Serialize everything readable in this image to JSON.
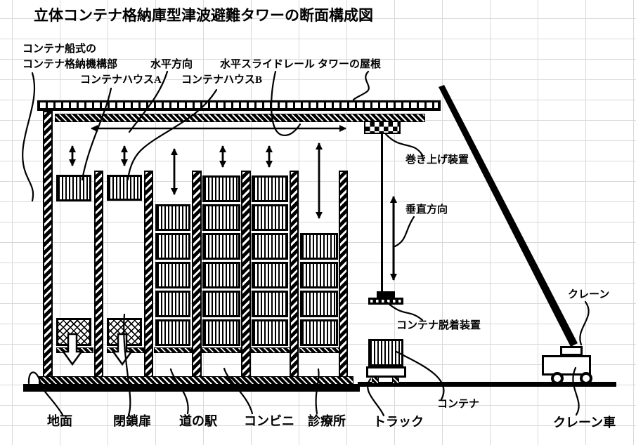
{
  "title": "立体コンテナ格納庫型津波避難タワーの断面構成図",
  "labels": {
    "container_mechanism_line1": "コンテナ船式の",
    "container_mechanism_line2": "コンテナ格納機構部",
    "container_house_a": "コンテナハウスA",
    "horizontal_direction": "水平方向",
    "container_house_b": "コンテナハウスB",
    "horizontal_slide_rail": "水平スライドレール",
    "tower_roof": "タワーの屋根",
    "hoisting_device": "巻き上げ装置",
    "vertical_direction": "垂直方向",
    "container_detach_device": "コンテナ脱着装置",
    "crane": "クレーン",
    "ground": "地面",
    "closed_door": "閉鎖扉",
    "roadside_station": "道の駅",
    "convenience_store": "コンビニ",
    "clinic": "診療所",
    "truck": "トラック",
    "container": "コンテナ",
    "crane_truck": "クレーン車"
  },
  "colors": {
    "ink": "#000000",
    "paper": "#ffffff",
    "grid": "#d9d9d9"
  }
}
